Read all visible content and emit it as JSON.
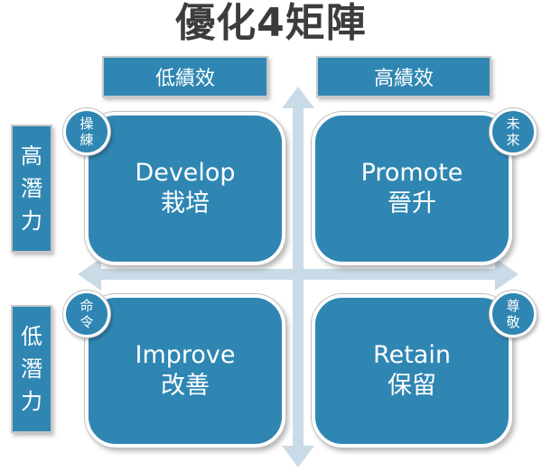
{
  "title": "優化4矩陣",
  "columns": {
    "low": "低績效",
    "high": "高績效"
  },
  "rows": {
    "high": [
      "高",
      "潛",
      "力"
    ],
    "low": [
      "低",
      "潛",
      "力"
    ]
  },
  "quadrants": {
    "develop": {
      "en": "Develop",
      "zh": "栽培",
      "badge": [
        "操",
        "練"
      ]
    },
    "promote": {
      "en": "Promote",
      "zh": "晉升",
      "badge": [
        "未",
        "來"
      ]
    },
    "improve": {
      "en": "Improve",
      "zh": "改善",
      "badge": [
        "命",
        "令"
      ]
    },
    "retain": {
      "en": "Retain",
      "zh": "保留",
      "badge": [
        "尊",
        "敬"
      ]
    }
  },
  "colors": {
    "box": "#2f86b3",
    "arrow": "#c9dbe7",
    "title": "#3c3c3c"
  }
}
